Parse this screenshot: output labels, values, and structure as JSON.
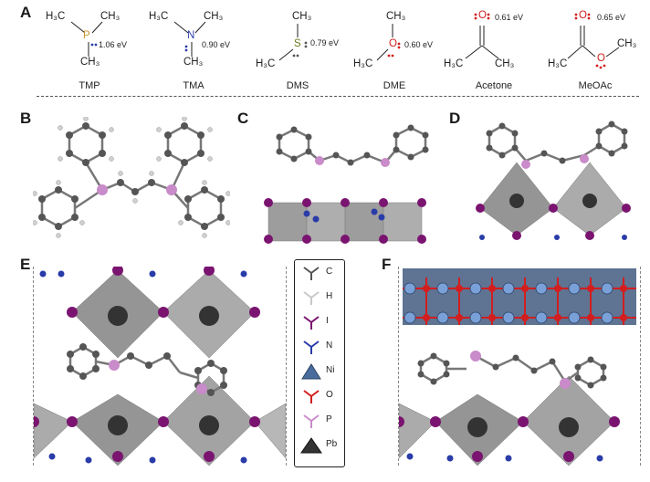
{
  "panel_labels": {
    "a": "A",
    "b": "B",
    "c": "C",
    "d": "D",
    "e": "E",
    "f": "F"
  },
  "molecules": [
    {
      "name": "TMP",
      "center": "P",
      "center_color": "#c8962a",
      "ev": "1.06 eV"
    },
    {
      "name": "TMA",
      "center": "N",
      "center_color": "#2a3ca8",
      "ev": "0.90 eV"
    },
    {
      "name": "DMS",
      "center": "S",
      "center_color": "#6b7a1e",
      "ev": "0.79 eV"
    },
    {
      "name": "DME",
      "center": "O",
      "center_color": "#d21e1e",
      "ev": "0.60 eV"
    },
    {
      "name": "Acetone",
      "center": "O",
      "center_color": "#d21e1e",
      "ev": "0.61 eV"
    },
    {
      "name": "MeOAc",
      "center": "O",
      "center_color": "#d21e1e",
      "ev": "0.65 eV"
    }
  ],
  "formula_text": {
    "h3c": "H₃C",
    "ch3": "CH₃"
  },
  "legend": [
    {
      "label": "C",
      "color": "#555555"
    },
    {
      "label": "H",
      "color": "#c8c8c8"
    },
    {
      "label": "I",
      "color": "#7a1470"
    },
    {
      "label": "N",
      "color": "#2a3ca8"
    },
    {
      "label": "Ni",
      "color": "#4a6c9c"
    },
    {
      "label": "O",
      "color": "#d21e1e"
    },
    {
      "label": "P",
      "color": "#c98bc9"
    },
    {
      "label": "Pb",
      "color": "#333333"
    }
  ]
}
